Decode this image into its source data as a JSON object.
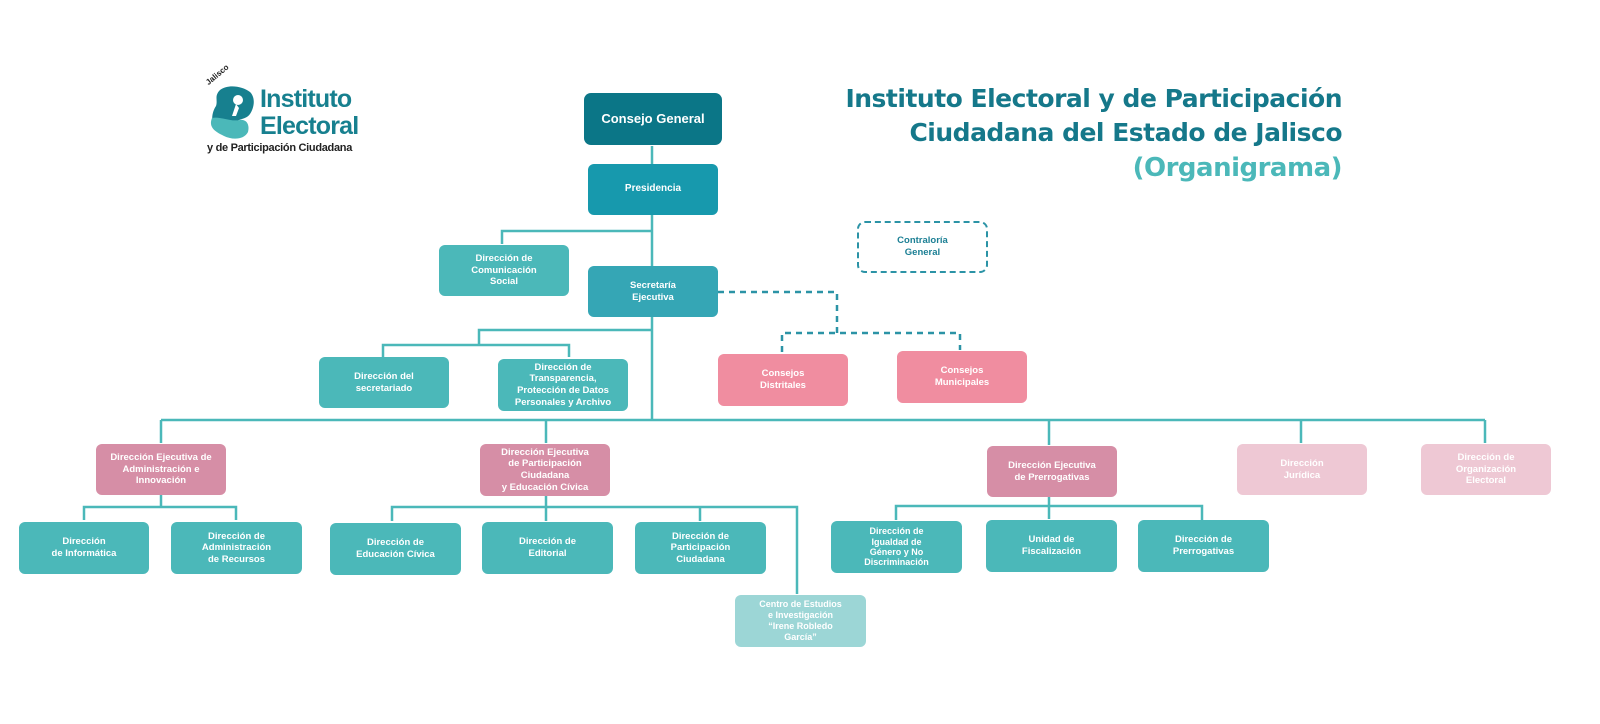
{
  "header": {
    "title_line1": "Instituto Electoral y de Participación",
    "title_line2": "Ciudadana del Estado de Jalisco",
    "subtitle": "(Organigrama)"
  },
  "logo": {
    "main": "Instituto\nElectoral",
    "sub": "y de Participación Ciudadana",
    "state": "Jalisco"
  },
  "colors": {
    "teal_dark": "#0b7687",
    "teal": "#4bb8b9",
    "pink": "#f08da0",
    "rose": "#d68ea6",
    "rose_light": "#eec8d4",
    "line": "#4bb8b9",
    "dashed": "#2b93a6"
  },
  "nodes": {
    "consejo_general": "Consejo General",
    "presidencia": "Presidencia",
    "comunicacion_social": "Dirección de\nComunicación\nSocial",
    "secretaria_ejecutiva": "Secretaría\nEjecutiva",
    "contraloria": "Contraloría\nGeneral",
    "dir_secretariado": "Dirección del\nsecretariado",
    "dir_transparencia": "Dirección de Transparencia,\nProtección de Datos\nPersonales y Archivo",
    "consejos_distritales": "Consejos\nDistritales",
    "consejos_municipales": "Consejos\nMunicipales",
    "dej_administracion": "Dirección Ejecutiva de\nAdministración e Innovación",
    "dej_participacion": "Dirección Ejecutiva\nde Participación Ciudadana\ny Educación Cívica",
    "dej_prerrogativas": "Dirección Ejecutiva\nde Prerrogativas",
    "dir_juridica": "Dirección\nJurídica",
    "dir_organizacion": "Dirección de\nOrganización\nElectoral",
    "dir_informatica": "Dirección\nde Informática",
    "dir_recursos": "Dirección de\nAdministración\nde Recursos",
    "dir_educacion": "Dirección de\nEducación Cívica",
    "dir_editorial": "Dirección de\nEditorial",
    "dir_participacion": "Dirección de\nParticipación\nCiudadana",
    "centro_estudios": "Centro de Estudios\ne Investigación\n“Irene Robledo\nGarcía”",
    "dir_igualdad": "Dirección de\nIgualdad de\nGénero y No\nDiscriminación",
    "unidad_fiscalizacion": "Unidad de\nFiscalización",
    "dir_prerrogativas": "Dirección de\nPrerrogativas"
  }
}
